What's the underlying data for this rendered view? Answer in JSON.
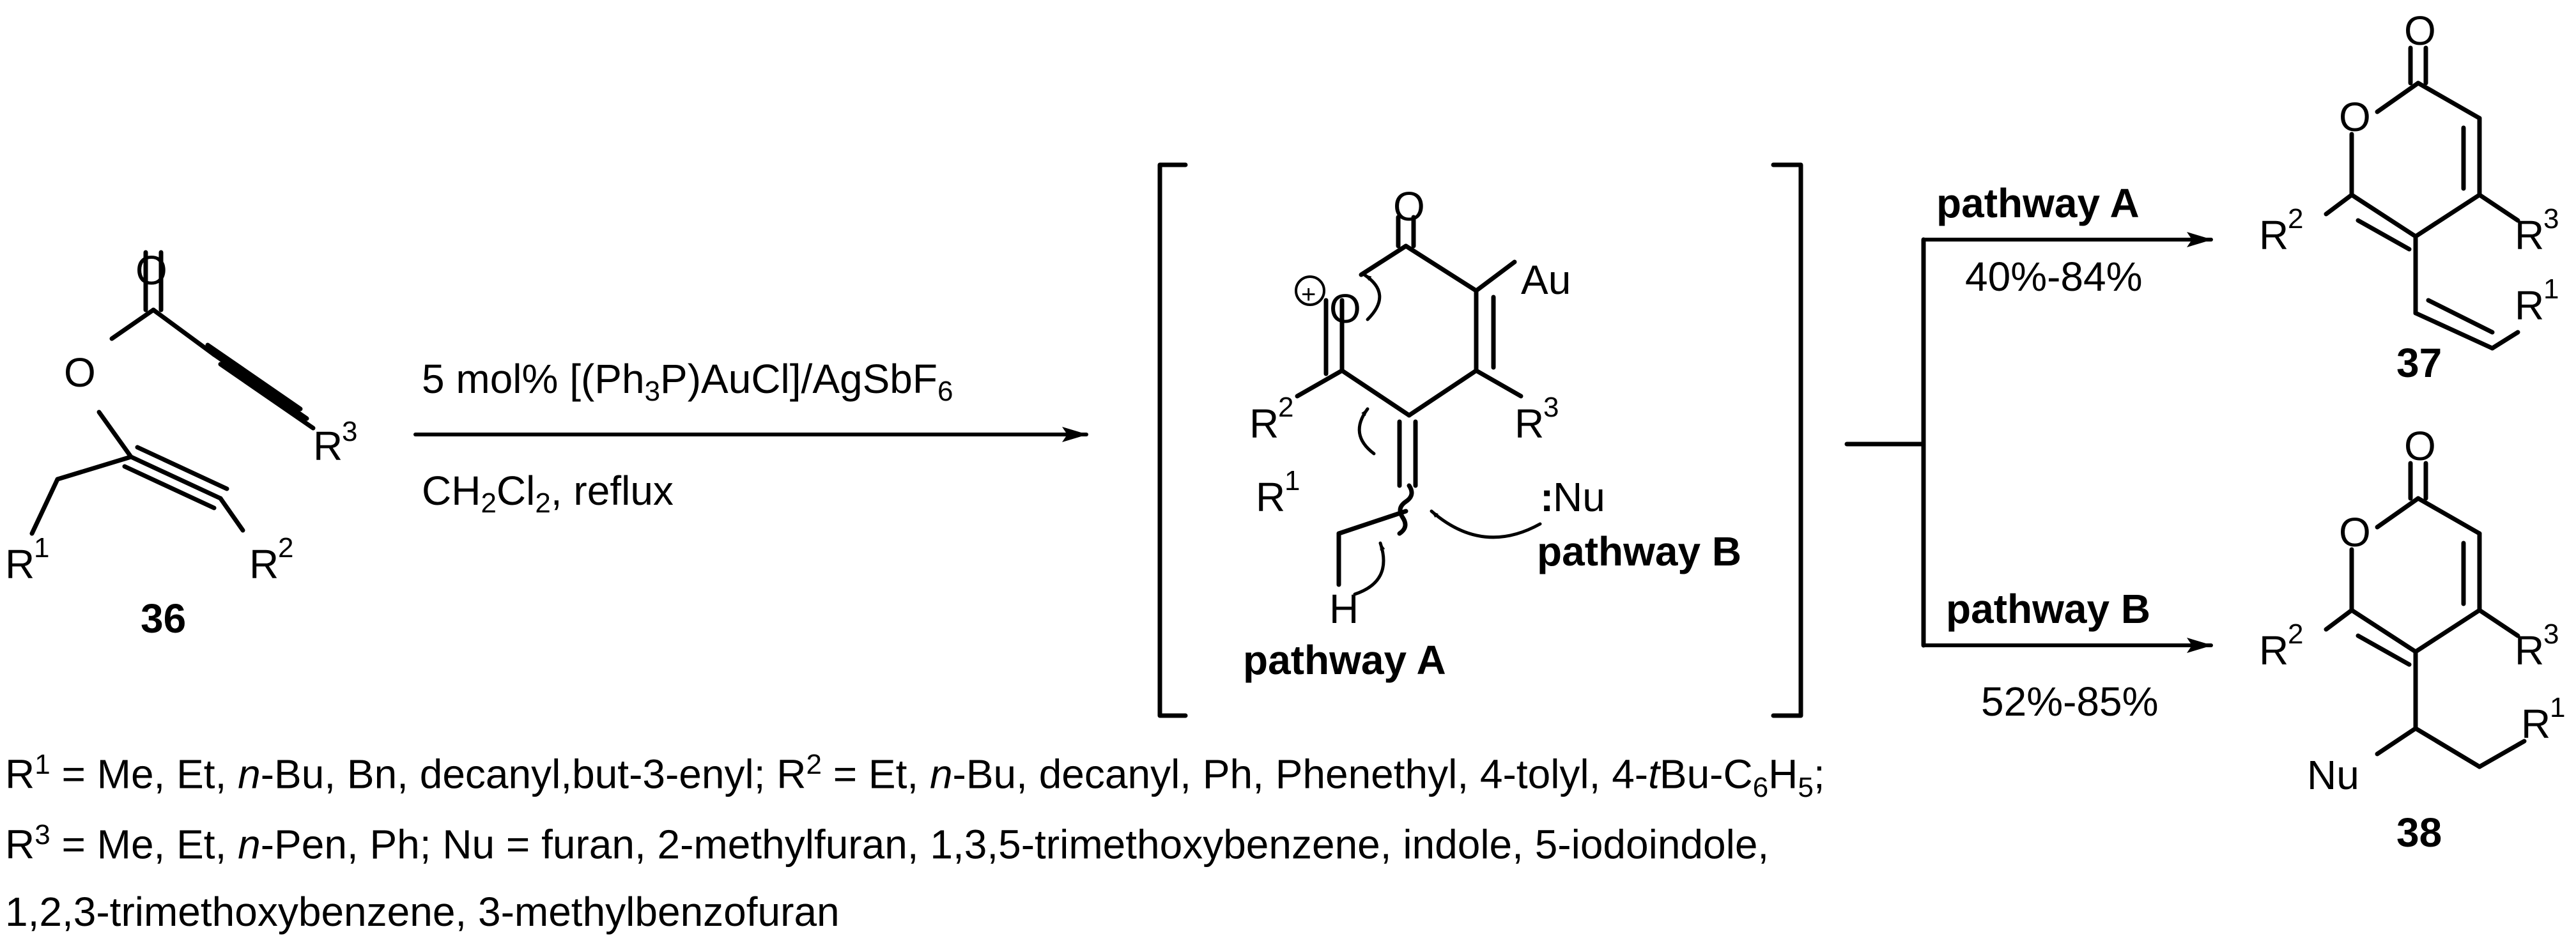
{
  "reagents": {
    "catalyst": "5 mol% [(Ph3P)AuCl]/AgSbF6",
    "solvent": "CH2Cl2, reflux"
  },
  "compound_numbers": {
    "start": "36",
    "product_a": "37",
    "product_b": "38"
  },
  "atoms": {
    "o": "O",
    "r1": "R",
    "r2": "R",
    "r3": "R",
    "sup1": "1",
    "sup2": "2",
    "sup3": "3",
    "au": "Au",
    "h": "H",
    "nu": "Nu",
    "colon": ":",
    "charge": "+"
  },
  "pathways": {
    "a": {
      "label": "pathway A",
      "yield": "40%-84%"
    },
    "b": {
      "label": "pathway B",
      "yield": "52%-85%"
    }
  },
  "footnote": {
    "line1": "R1 = Me, Et, n-Bu, Bn, decanyl,but-3-enyl; R2 = Et, n-Bu, decanyl, Ph, Phenethyl, 4-tolyl, 4-tBu-C6H5;",
    "line2": "R3 = Me, Et, n-Pen, Ph; Nu = furan, 2-methylfuran, 1,3,5-trimethoxybenzene, indole, 5-iodoindole,",
    "line3": "1,2,3-trimethoxybenzene, 3-methylbenzofuran"
  }
}
